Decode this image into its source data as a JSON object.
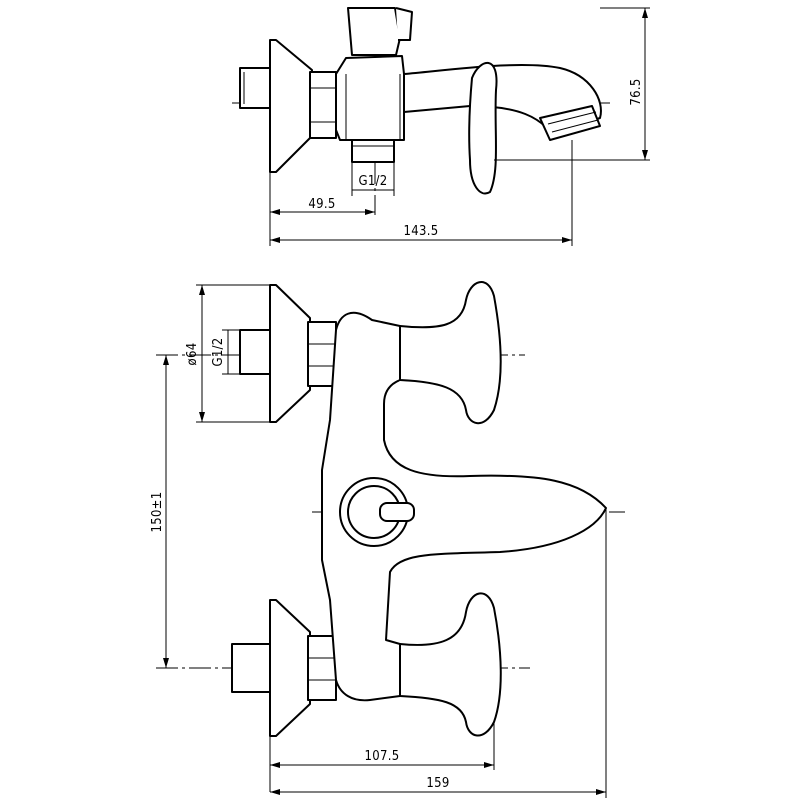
{
  "dimensions": {
    "top_height": "76.5",
    "top_inlet_offset": "49.5",
    "top_overall_length": "143.5",
    "top_thread": "G1/2",
    "front_flange_diameter": "ø64",
    "front_thread": "G1/2",
    "front_centres": "150±1",
    "front_handle_projection": "107.5",
    "front_overall_length": "159"
  }
}
